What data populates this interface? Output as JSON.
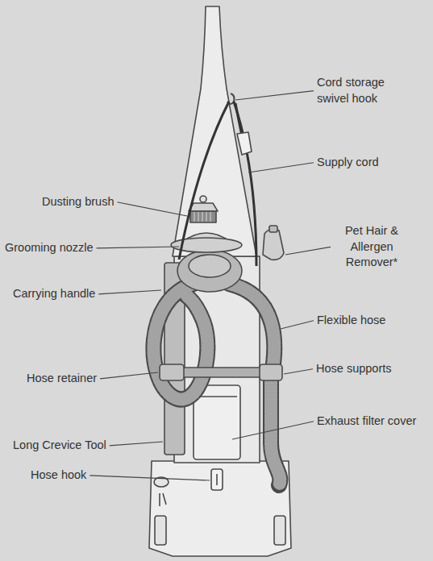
{
  "diagram": {
    "labels": [
      "Cord storage swivel hook",
      "Supply cord",
      "Dusting brush",
      "Pet Hair & Allergen Remover*",
      "Grooming nozzle",
      "Carrying handle",
      "Flexible hose",
      "Hose retainer",
      "Hose supports",
      "Exhaust filter cover",
      "Long Crevice Tool",
      "Hose hook"
    ]
  }
}
